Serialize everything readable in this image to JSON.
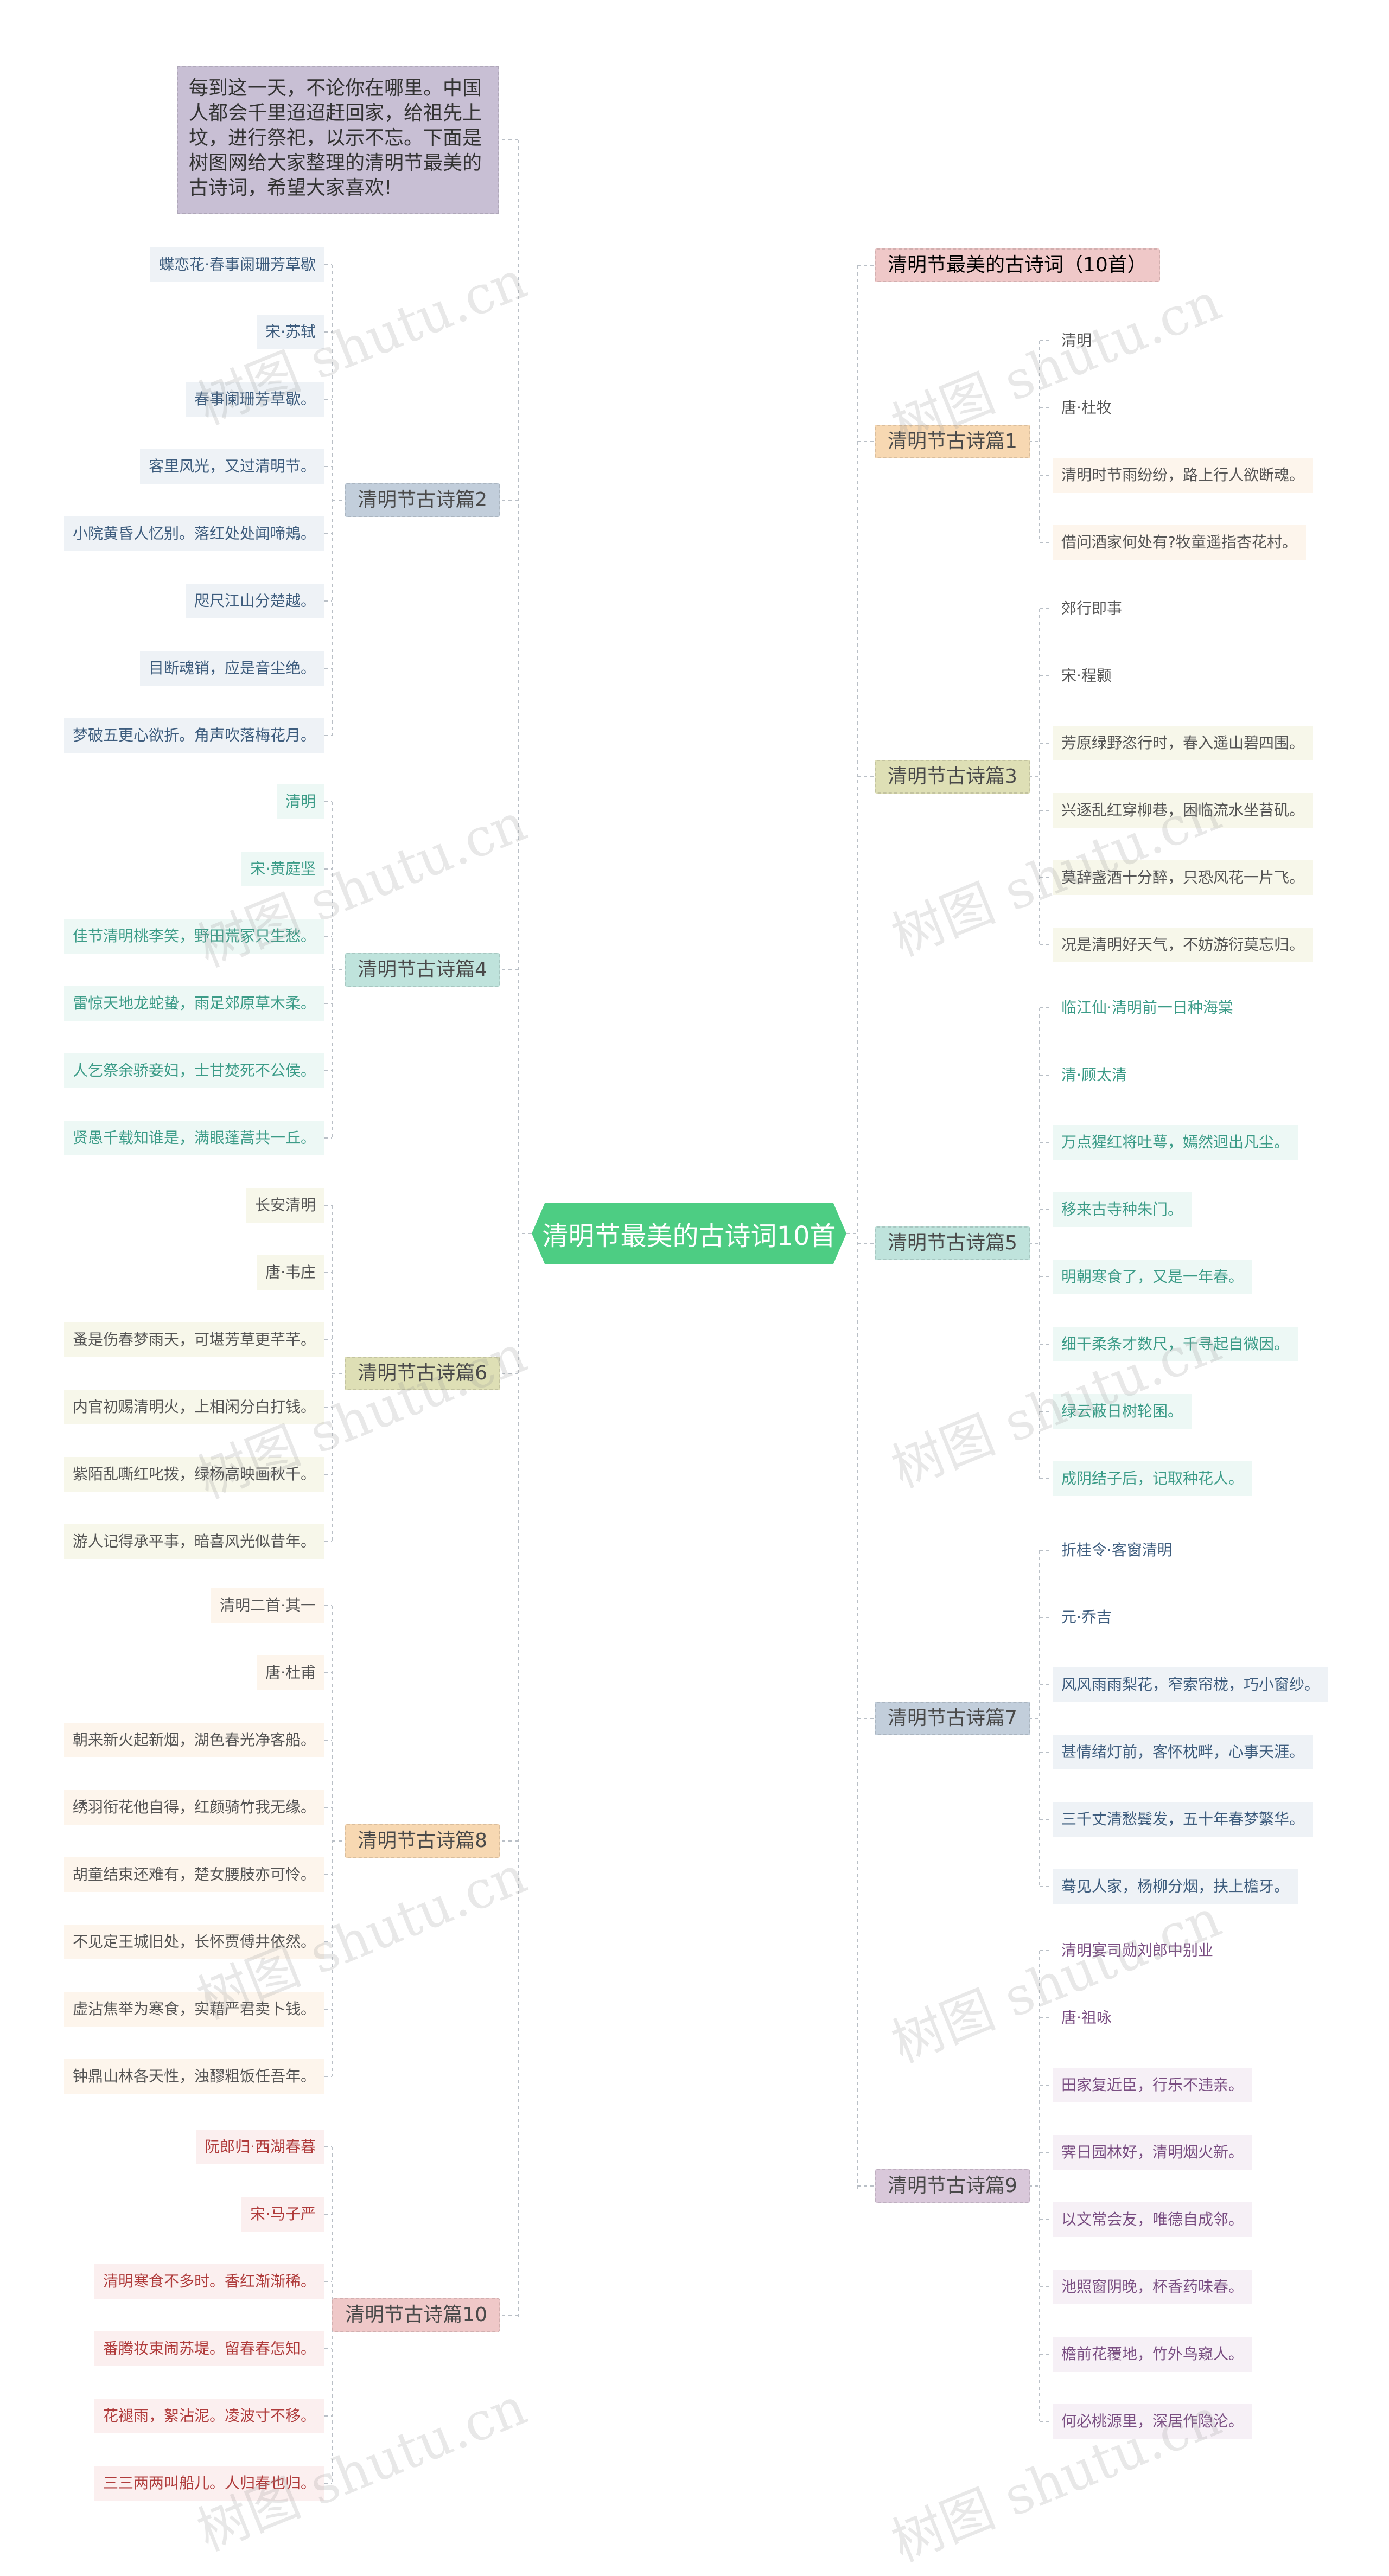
{
  "title": "清明节最美的古诗词10首",
  "intro": "每到这一天，不论你在哪里。中国人都会千里迢迢赶回家，给祖先上坟，进行祭祀，以示不忘。下面是树图网给大家整理的清明节最美的古诗词，希望大家喜欢!",
  "watermark": "树图 shutu.cn",
  "right_top_label": "清明节最美的古诗词（10首）",
  "branches": [
    {
      "id": "b1",
      "side": "right",
      "label": "清明节古诗篇1",
      "color": "#f7d8b2",
      "text_color": "#4a4a4a",
      "leaves": [
        "清明",
        "唐·杜牧",
        "清明时节雨纷纷，路上行人欲断魂。",
        "借问酒家何处有?牧童遥指杏花村。"
      ]
    },
    {
      "id": "b3",
      "side": "right",
      "label": "清明节古诗篇3",
      "color": "#dedfb5",
      "text_color": "#4a4a4a",
      "leaves": [
        "郊行即事",
        "宋·程颢",
        "芳原绿野恣行时，春入遥山碧四围。",
        "兴逐乱红穿柳巷，困临流水坐苔矶。",
        "莫辞盏酒十分醉，只恐风花一片飞。",
        "况是清明好天气，不妨游衍莫忘归。"
      ]
    },
    {
      "id": "b5",
      "side": "right",
      "label": "清明节古诗篇5",
      "color": "#bfe3dc",
      "text_color": "#4a4a4a",
      "leaves": [
        "临江仙·清明前一日种海棠",
        "清·顾太清",
        "万点猩红将吐萼，嫣然迥出凡尘。",
        "移来古寺种朱门。",
        "明朝寒食了，又是一年春。",
        "细干柔条才数尺，千寻起自微因。",
        "绿云蔽日树轮囷。",
        "成阴结子后，记取种花人。"
      ]
    },
    {
      "id": "b7",
      "side": "right",
      "label": "清明节古诗篇7",
      "color": "#c2cedb",
      "text_color": "#4a4a4a",
      "leaves": [
        "折桂令·客窗清明",
        "元·乔吉",
        "风风雨雨梨花，窄索帘栊，巧小窗纱。",
        "甚情绪灯前，客怀枕畔，心事天涯。",
        "三千丈清愁鬓发，五十年春梦繁华。",
        "蓦见人家，杨柳分烟，扶上檐牙。"
      ]
    },
    {
      "id": "b9",
      "side": "right",
      "label": "清明节古诗篇9",
      "color": "#d9c8da",
      "text_color": "#4a4a4a",
      "leaves": [
        "清明宴司勋刘郎中别业",
        "唐·祖咏",
        "田家复近臣，行乐不违亲。",
        "霁日园林好，清明烟火新。",
        "以文常会友，唯德自成邻。",
        "池照窗阴晚，杯香药味春。",
        "檐前花覆地，竹外鸟窥人。",
        "何必桃源里，深居作隐沦。"
      ]
    },
    {
      "id": "b2",
      "side": "left",
      "label": "清明节古诗篇2",
      "color": "#c2cedb",
      "text_color": "#4a4a4a",
      "leaves": [
        "蝶恋花·春事阑珊芳草歇",
        "宋·苏轼",
        "春事阑珊芳草歇。",
        "客里风光，又过清明节。",
        "小院黄昏人忆别。落红处处闻啼鴂。",
        "咫尺江山分楚越。",
        "目断魂销，应是音尘绝。",
        "梦破五更心欲折。角声吹落梅花月。"
      ]
    },
    {
      "id": "b4",
      "side": "left",
      "label": "清明节古诗篇4",
      "color": "#bfe3dc",
      "text_color": "#4a4a4a",
      "leaves": [
        "清明",
        "宋·黄庭坚",
        "佳节清明桃李笑，野田荒冢只生愁。",
        "雷惊天地龙蛇蛰，雨足郊原草木柔。",
        "人乞祭余骄妾妇，士甘焚死不公侯。",
        "贤愚千载知谁是，满眼蓬蒿共一丘。"
      ]
    },
    {
      "id": "b6",
      "side": "left",
      "label": "清明节古诗篇6",
      "color": "#dedfb5",
      "text_color": "#4a4a4a",
      "leaves": [
        "长安清明",
        "唐·韦庄",
        "蚤是伤春梦雨天，可堪芳草更芊芊。",
        "内官初赐清明火，上相闲分白打钱。",
        "紫陌乱嘶红叱拨，绿杨高映画秋千。",
        "游人记得承平事，暗喜风光似昔年。"
      ]
    },
    {
      "id": "b8",
      "side": "left",
      "label": "清明节古诗篇8",
      "color": "#f7d8b2",
      "text_color": "#4a4a4a",
      "leaves": [
        "清明二首·其一",
        "唐·杜甫",
        "朝来新火起新烟，湖色春光净客船。",
        "绣羽衔花他自得，红颜骑竹我无缘。",
        "胡童结束还难有，楚女腰肢亦可怜。",
        "不见定王城旧处，长怀贾傅井依然。",
        "虚沾焦举为寒食，实藉严君卖卜钱。",
        "钟鼎山林各天性，浊醪粗饭任吾年。"
      ]
    },
    {
      "id": "b10",
      "side": "left",
      "label": "清明节古诗篇10",
      "color": "#efc8c8",
      "text_color": "#4a4a4a",
      "leaves": [
        "阮郎归·西湖春暮",
        "宋·马子严",
        "清明寒食不多时。香红渐渐稀。",
        "番腾妆束闹苏堤。留春春怎知。",
        "花褪雨，絮沾泥。凌波寸不移。",
        "三三两两叫船儿。人归春也归。"
      ]
    }
  ],
  "colors": {
    "center_fill": "#4dcd83",
    "intro_fill": "#c8bfd4",
    "right_top_fill": "#efc8c8",
    "b1_leaf_bg": "#fdf5ec",
    "b1_leaf_text": "#555555",
    "b2_leaf_bg": "#eef2f6",
    "b2_leaf_text": "#3e5d7e",
    "b3_leaf_bg": "#f7f7ea",
    "b3_leaf_text": "#555555",
    "b4_leaf_bg": "#edf8f5",
    "b4_leaf_text": "#3c9c88",
    "b5_leaf_bg": "#edf8f5",
    "b5_leaf_text": "#3c9c88",
    "b6_leaf_bg": "#f7f7ea",
    "b6_leaf_text": "#555555",
    "b7_leaf_bg": "#eef2f6",
    "b7_leaf_text": "#3e5d7e",
    "b8_leaf_bg": "#fdf5ec",
    "b8_leaf_text": "#555555",
    "b9_leaf_bg": "#f6f0f6",
    "b9_leaf_text": "#7a4e82",
    "b10_leaf_bg": "#fbefef",
    "b10_leaf_text": "#b03c3c"
  }
}
